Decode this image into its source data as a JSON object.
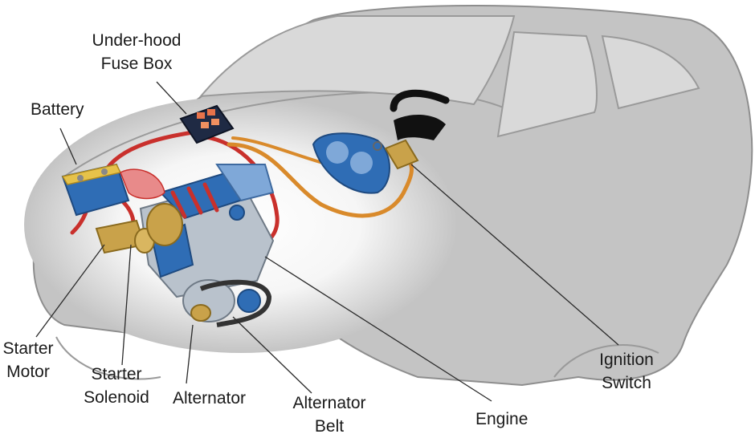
{
  "labels": {
    "fuse_box": [
      "Under-hood",
      "Fuse Box"
    ],
    "battery": [
      "Battery"
    ],
    "starter_motor": [
      "Starter",
      "Motor"
    ],
    "starter_solenoid": [
      "Starter",
      "Solenoid"
    ],
    "alternator": [
      "Alternator"
    ],
    "alternator_belt": [
      "Alternator",
      "Belt"
    ],
    "engine": [
      "Engine"
    ],
    "ignition_switch": [
      "Ignition",
      "Switch"
    ]
  },
  "colors": {
    "car_body": "#c4c4c4",
    "car_outline": "#8e8e8e",
    "window": "#d9d9d9",
    "wire_red": "#c9302c",
    "wire_orange": "#d98a2b",
    "engine_blue": "#2f6db5",
    "metal": "#b9c2cc",
    "brass": "#c9a24a"
  }
}
